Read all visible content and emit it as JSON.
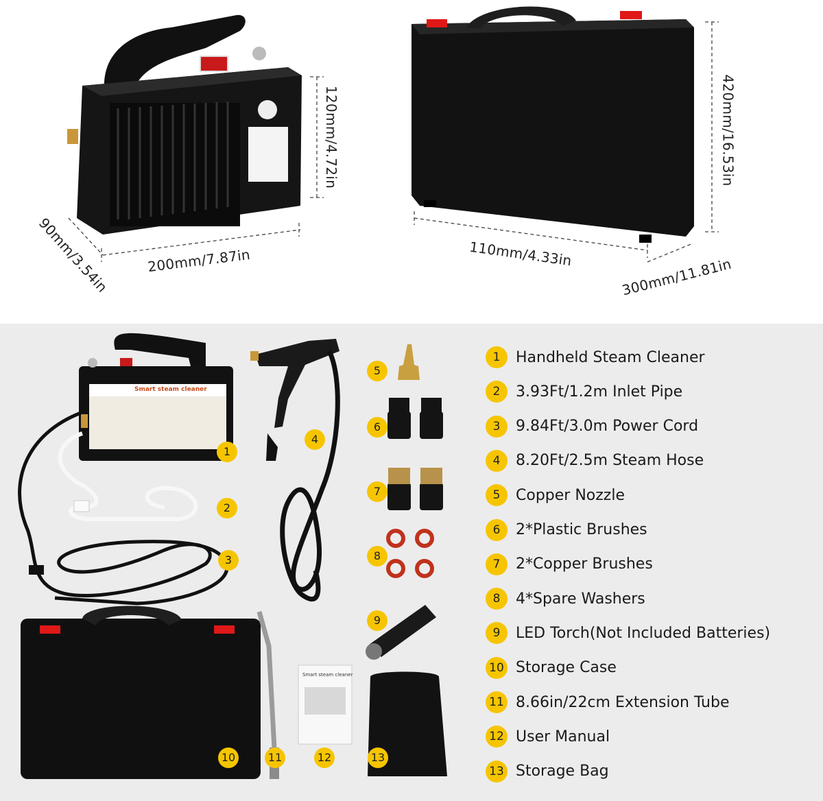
{
  "dimensions": {
    "steamer_height": "120mm/4.72in",
    "steamer_width": "200mm/7.87in",
    "steamer_depth": "90mm/3.54in",
    "case_height": "420mm/16.53in",
    "case_depth": "110mm/4.33in",
    "case_width": "300mm/11.81in"
  },
  "product_text": {
    "steamer_label": "Smart steam cleaner",
    "manual_title": "Smart steam cleaner"
  },
  "markers": [
    "1",
    "2",
    "3",
    "4",
    "5",
    "6",
    "7",
    "8",
    "9",
    "10",
    "11",
    "12",
    "13"
  ],
  "legend": [
    {
      "num": "1",
      "text": "Handheld Steam Cleaner"
    },
    {
      "num": "2",
      "text": "3.93Ft/1.2m Inlet Pipe"
    },
    {
      "num": "3",
      "text": "9.84Ft/3.0m Power Cord"
    },
    {
      "num": "4",
      "text": "8.20Ft/2.5m Steam Hose"
    },
    {
      "num": "5",
      "text": "Copper Nozzle"
    },
    {
      "num": "6",
      "text": "2*Plastic Brushes"
    },
    {
      "num": "7",
      "text": "2*Copper Brushes"
    },
    {
      "num": "8",
      "text": "4*Spare Washers"
    },
    {
      "num": "9",
      "text": " LED Torch(Not Included Batteries)"
    },
    {
      "num": "10",
      "text": "Storage Case"
    },
    {
      "num": "11",
      "text": "8.66in/22cm Extension Tube"
    },
    {
      "num": "12",
      "text": "User Manual"
    },
    {
      "num": "13",
      "text": "Storage Bag"
    }
  ],
  "colors": {
    "marker": "#f6c500",
    "bottom_background": "#ececec",
    "case_latch": "#e01818",
    "body_black": "#141414"
  }
}
